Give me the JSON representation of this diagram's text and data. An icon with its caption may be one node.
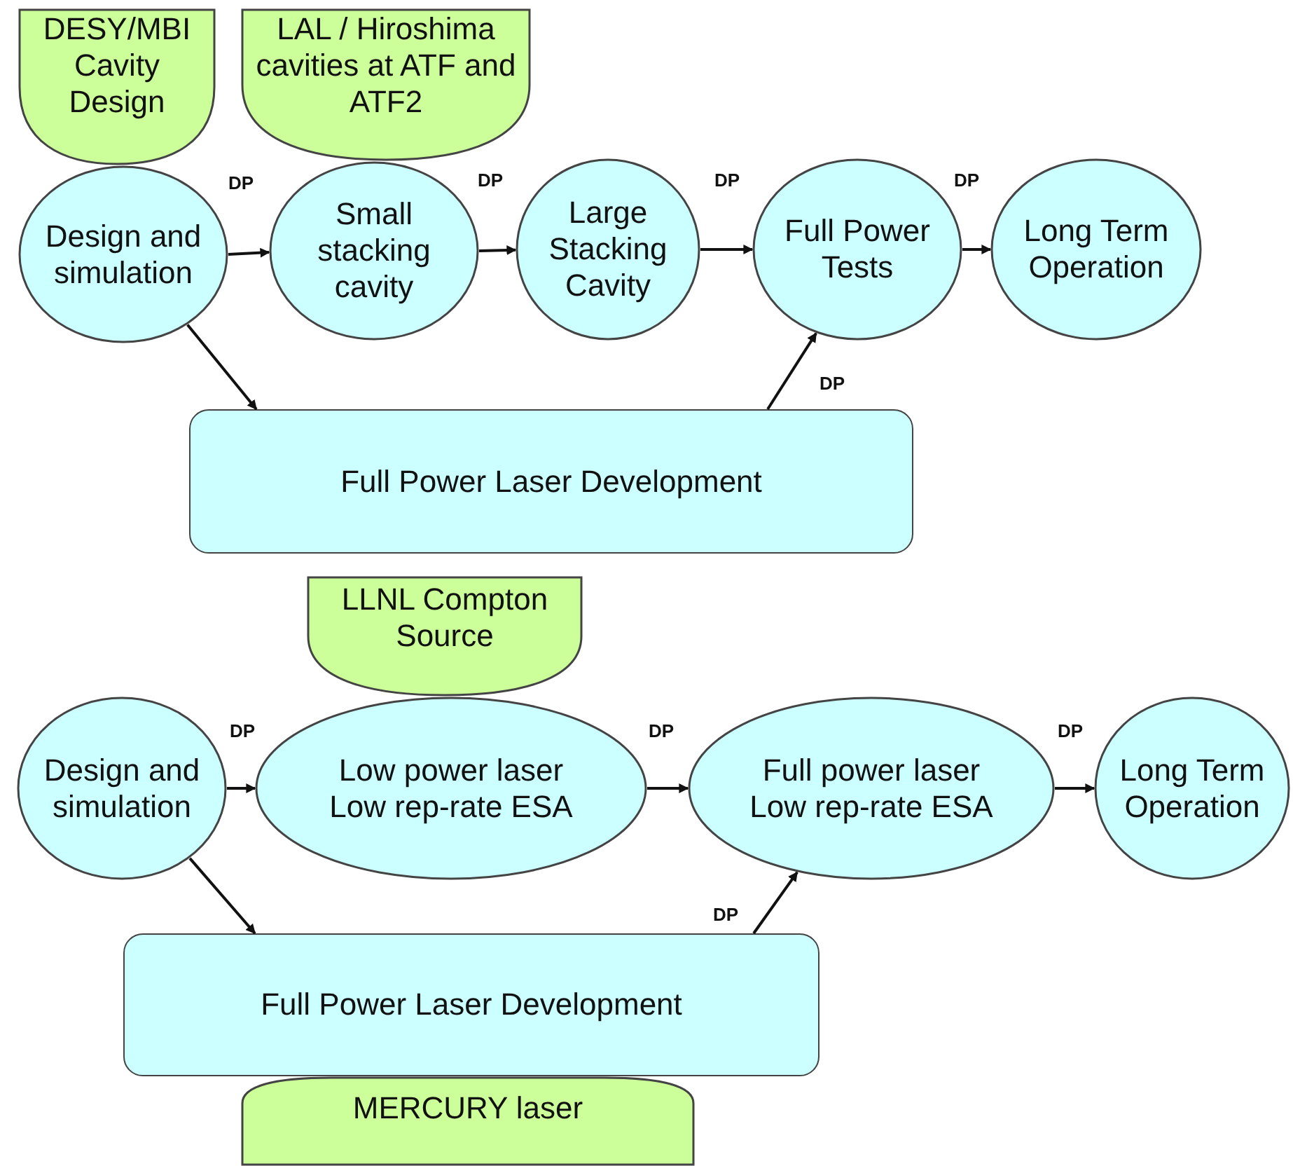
{
  "diagram": {
    "nodes": [
      {
        "text": [
          "DESY/MBI Cavity Design"
        ]
      },
      {
        "text": [
          "LAL / Hiroshima cavities at ATF and ATF2"
        ]
      },
      {
        "text": [
          "Design and simulation"
        ]
      },
      {
        "text": [
          "Small stacking cavity"
        ]
      },
      {
        "text": [
          "Large Stacking Cavity"
        ]
      },
      {
        "text": [
          "Full Power Tests"
        ]
      },
      {
        "text": [
          "Long Term Operation"
        ]
      },
      {
        "text": [
          "Full Power Laser Development"
        ]
      },
      {
        "text": [
          "LLNL Compton Source"
        ]
      },
      {
        "text": [
          "Design and simulation"
        ]
      },
      {
        "text": [
          "Low power laser Low rep-rate ESA"
        ]
      },
      {
        "text": [
          "Full power laser Low rep-rate ESA"
        ]
      },
      {
        "text": [
          "Long Term Operation"
        ]
      },
      {
        "text": [
          "Full Power Laser Development"
        ]
      },
      {
        "text": [
          "MERCURY laser"
        ]
      }
    ],
    "edges": [
      {
        "from": 2,
        "to": 3,
        "arrow": "to"
      },
      {
        "from": 3,
        "to": 4,
        "arrow": "to"
      },
      {
        "from": 4,
        "to": 5,
        "arrow": "to"
      },
      {
        "from": 5,
        "to": 6,
        "arrow": "to"
      },
      {
        "from": 2,
        "to": 7,
        "arrow": "to"
      },
      {
        "from": 7,
        "to": 5,
        "arrow": "to"
      },
      {
        "from": 9,
        "to": 10,
        "arrow": "to"
      },
      {
        "from": 10,
        "to": 11,
        "arrow": "to"
      },
      {
        "from": 11,
        "to": 12,
        "arrow": "to"
      },
      {
        "from": 9,
        "to": 13,
        "arrow": "to"
      },
      {
        "from": 13,
        "to": 11,
        "arrow": "to"
      }
    ],
    "labels": [
      "DP",
      "DP",
      "DP",
      "DP",
      "DP",
      "DP",
      "DP",
      "DP",
      "DP"
    ]
  }
}
